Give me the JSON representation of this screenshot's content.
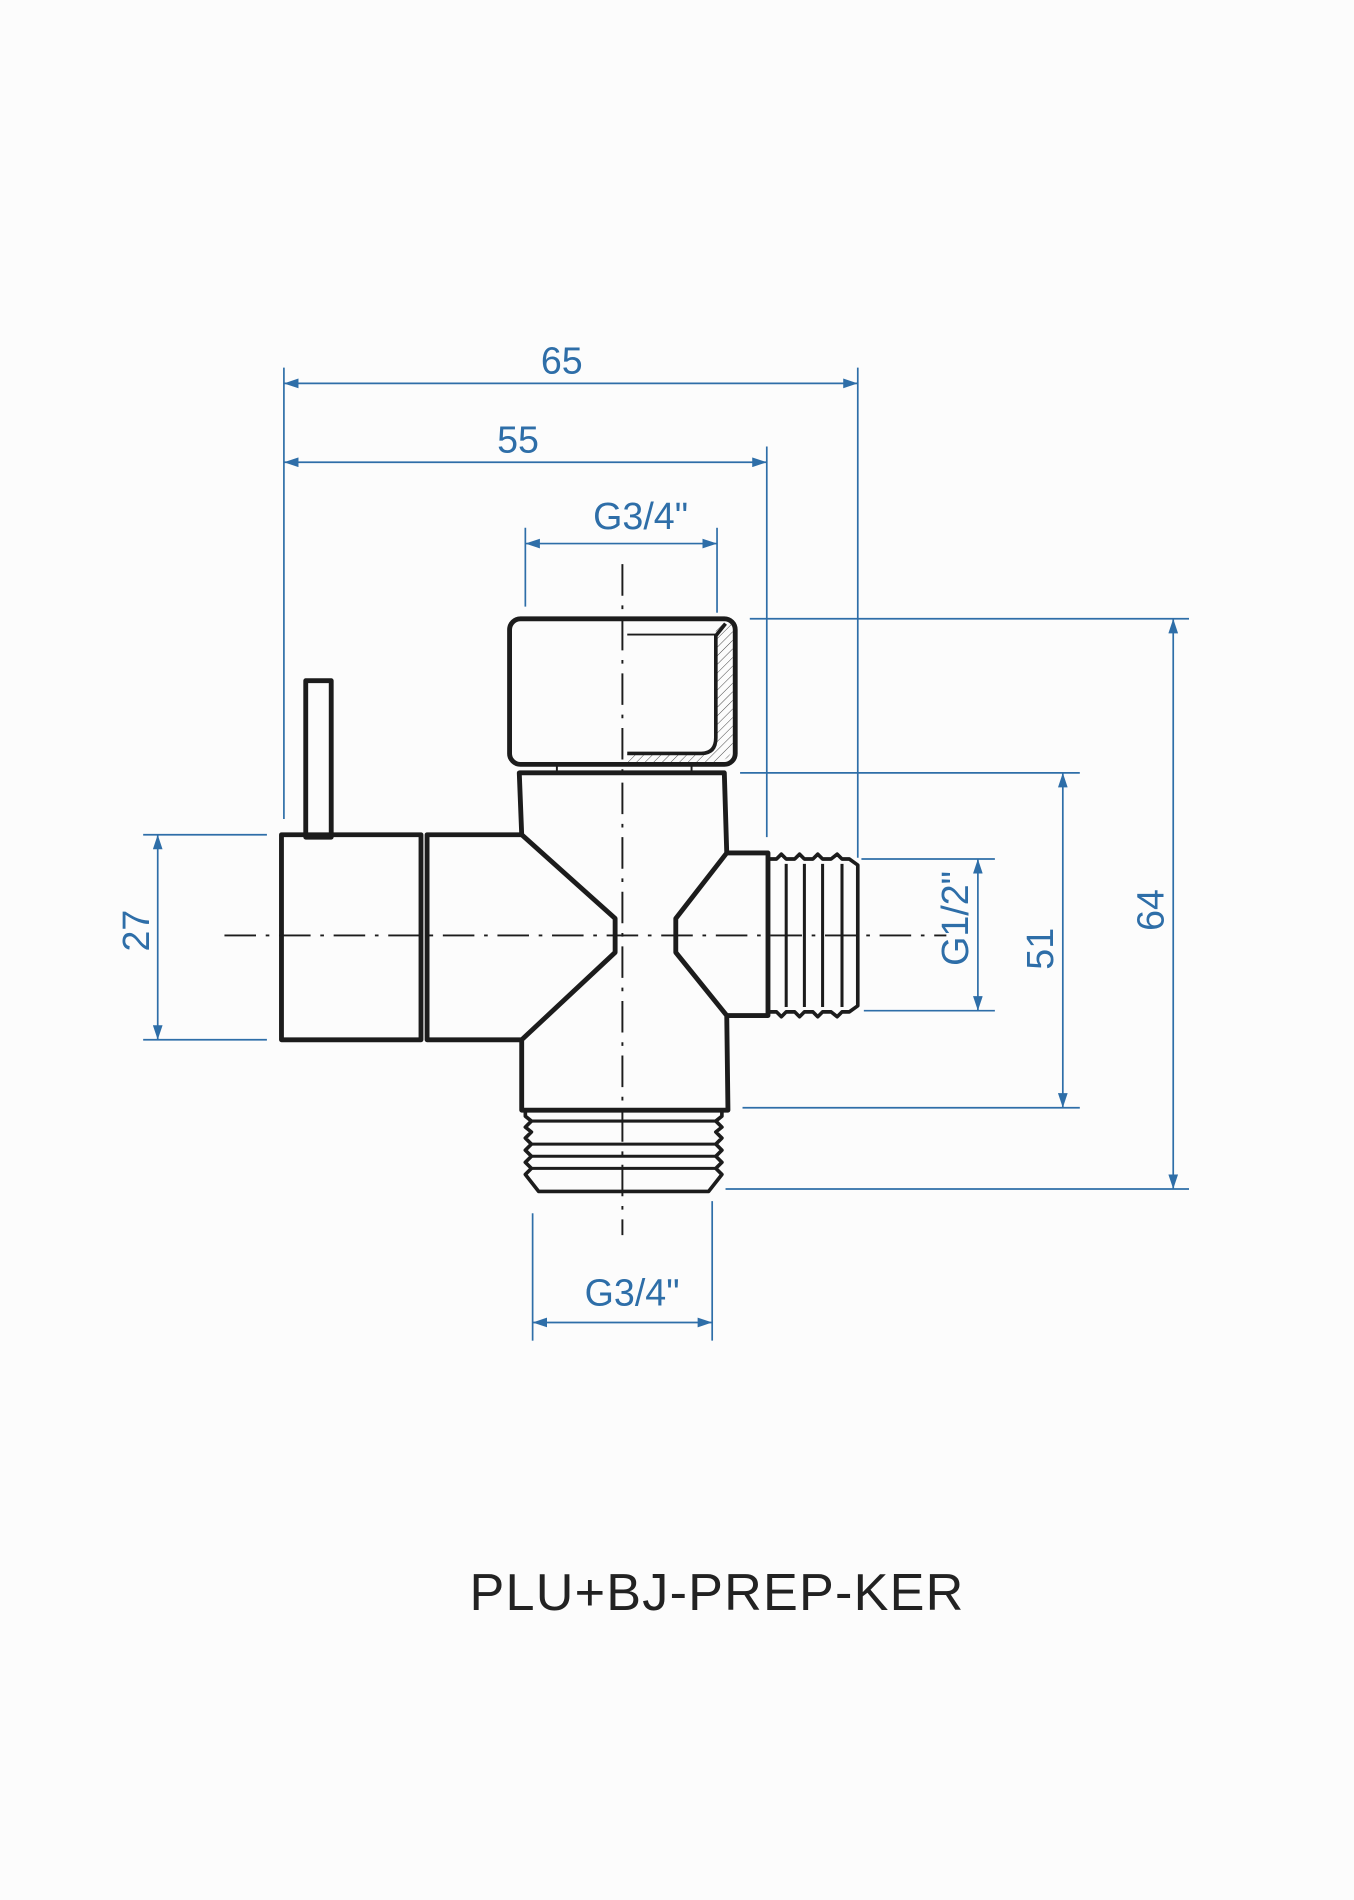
{
  "drawing": {
    "title": "PLU+BJ-PREP-KER",
    "dimensions": {
      "overall_width": "65",
      "body_width": "55",
      "top_thread": "G3/4\"",
      "bottom_thread": "G3/4\"",
      "side_thread": "G1/2\"",
      "handle_height": "27",
      "body_height": "51",
      "overall_height": "64"
    },
    "colors": {
      "dimension": "#2e6ea8",
      "outline": "#1c1c1c",
      "background": "#fcfcfc"
    }
  }
}
